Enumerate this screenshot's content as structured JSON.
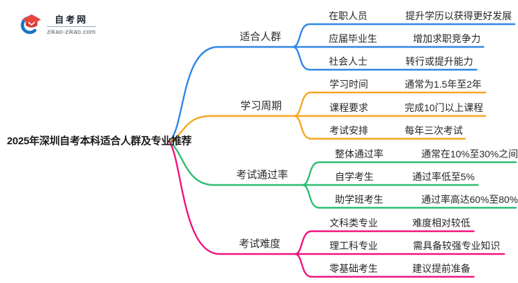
{
  "logo": {
    "title": "自考网",
    "domain": "zikao-zikao.com",
    "swoosh_color": "#1B74C5",
    "cap_top_color": "#E8473E",
    "cap_front_color": "#D63C33"
  },
  "root": {
    "title": "2025年深圳自考本科适合人群及专业推荐"
  },
  "branches": [
    {
      "label": "适合人群",
      "color": "#2E86E8",
      "children": [
        {
          "key": "在职人员",
          "value": "提升学历以获得更好发展"
        },
        {
          "key": "应届毕业生",
          "value": "增加求职竞争力"
        },
        {
          "key": "社会人士",
          "value": "转行或提升能力"
        }
      ]
    },
    {
      "label": "学习周期",
      "color": "#F7A524",
      "children": [
        {
          "key": "学习时间",
          "value": "通常为1.5年至2年"
        },
        {
          "key": "课程要求",
          "value": "完成10门以上课程"
        },
        {
          "key": "考试安排",
          "value": "每年三次考试"
        }
      ]
    },
    {
      "label": "考试通过率",
      "color": "#2BBE71",
      "children": [
        {
          "key": "整体通过率",
          "value": "通常在10%至30%之间"
        },
        {
          "key": "自学考生",
          "value": "通过率低至5%"
        },
        {
          "key": "助学班考生",
          "value": "通过率高达60%至80%"
        }
      ]
    },
    {
      "label": "考试难度",
      "color": "#F01380",
      "children": [
        {
          "key": "文科类专业",
          "value": "难度相对较低"
        },
        {
          "key": "理工科专业",
          "value": "需具备较强专业知识"
        },
        {
          "key": "零基础考生",
          "value": "建议提前准备"
        }
      ]
    }
  ]
}
